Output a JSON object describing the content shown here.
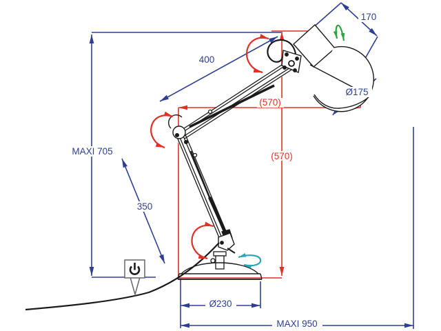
{
  "diagram_type": "desk-lamp dimension drawing",
  "colors": {
    "dimension_blue": "#2e3f92",
    "dimension_red": "#e03127",
    "rotation_green": "#2fa344",
    "rotation_teal": "#2aa5b5",
    "drawing_black": "#1a1a1a",
    "callout_border": "#666666",
    "background": "#ffffff"
  },
  "dimensions": {
    "max_height": "MAXI 705",
    "upper_arm_length": "400",
    "head_length": "170",
    "shade_diameter": "Ø175",
    "reach_horizontal": "(570)",
    "reach_vertical": "(570)",
    "lower_arm_length": "350",
    "base_diameter": "Ø230",
    "max_reach": "MAXI 950"
  },
  "icons": {
    "power_switch": "power-icon"
  }
}
